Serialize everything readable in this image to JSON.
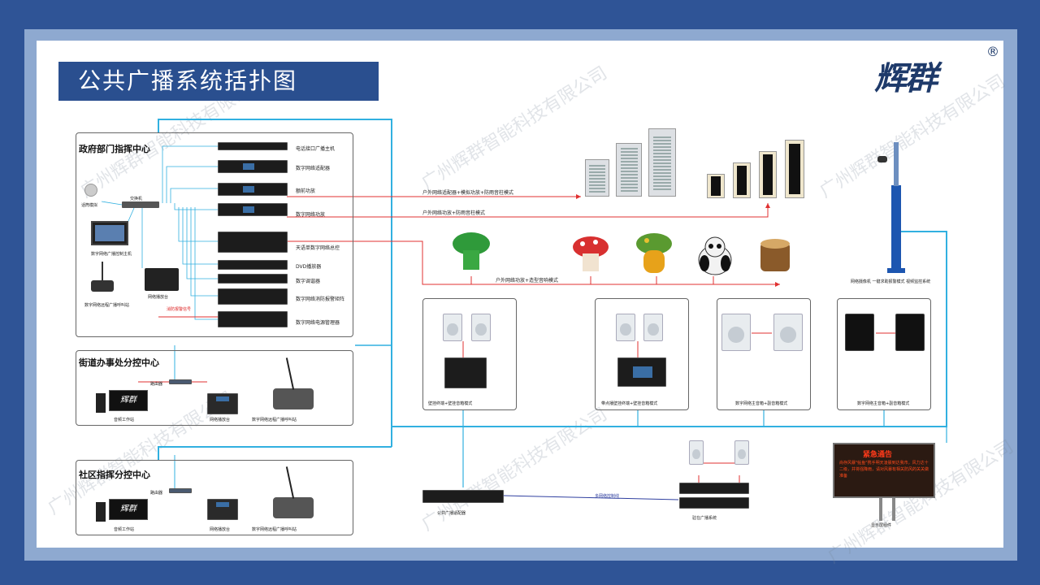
{
  "title": "公共广播系统括扑图",
  "logo": {
    "text": "辉群",
    "reg": "®"
  },
  "watermark": "广州辉群智能科技有限公司",
  "colors": {
    "frame_outer": "#2f5496",
    "frame_inner": "#8ea9d0",
    "title_bg": "#2a4f8f",
    "line_blue": "#31b0e0",
    "line_red": "#e03030"
  },
  "gov_center": {
    "title": "政府部门指挥中心",
    "devices": [
      "电话接口广播主机",
      "数字网络适配器",
      "额前功放",
      "数字网络功放",
      "天语单数字网络总控",
      "DVD播放器",
      "数字调谐器",
      "数字网络消防报警矩阵",
      "数字网络电源管理器"
    ],
    "switch_label": "交换机",
    "mic_label": "话筒模拟",
    "host_label": "数字网络广播控制主机",
    "remote_label": "数字网络远程广播呼叫站",
    "pad_label": "网络播放台",
    "red_label": "消防报警信号"
  },
  "street_center": {
    "title": "街道办事处分控中心",
    "router": "路由器",
    "pc": "音频工作站",
    "pad": "网络播放台",
    "station": "数字网络远程广播呼叫站",
    "pc_logo": "辉群"
  },
  "community_center": {
    "title": "社区指挥分控中心",
    "router": "路由器",
    "pc": "音频工作站",
    "pad": "网络播放台",
    "station": "数字网络远程广播呼叫站",
    "pc_logo": "辉群"
  },
  "links": {
    "outdoor_1": "户外网络适配器+模拟功放+防雨音柱模式",
    "outdoor_2": "户外网络功放+防雨音柱模式",
    "garden": "户外网络功放+造型音响模式",
    "bus": "多网络控制线"
  },
  "zones": [
    {
      "label": "壁挂终端+壁挂音箱模式"
    },
    {
      "label": "带点播壁挂终端+壁挂音箱模式"
    },
    {
      "label": "数字网络主音箱+副音箱模式"
    },
    {
      "label": "数字网络主音箱+副音箱模式"
    }
  ],
  "adapter": "公共广播适配器",
  "local_system": "驻在广播系统",
  "pole": "网络摄像机 一键求助报警模式 视频监控系统",
  "screen": {
    "title": "紧急通告",
    "body": "尚存风暴\"鲇鱼\"携手明天凌晨到达我市，风力达十二级，并将强降雨，请对风暴有相关防风的关关做准备",
    "label": "显示屏组件"
  }
}
